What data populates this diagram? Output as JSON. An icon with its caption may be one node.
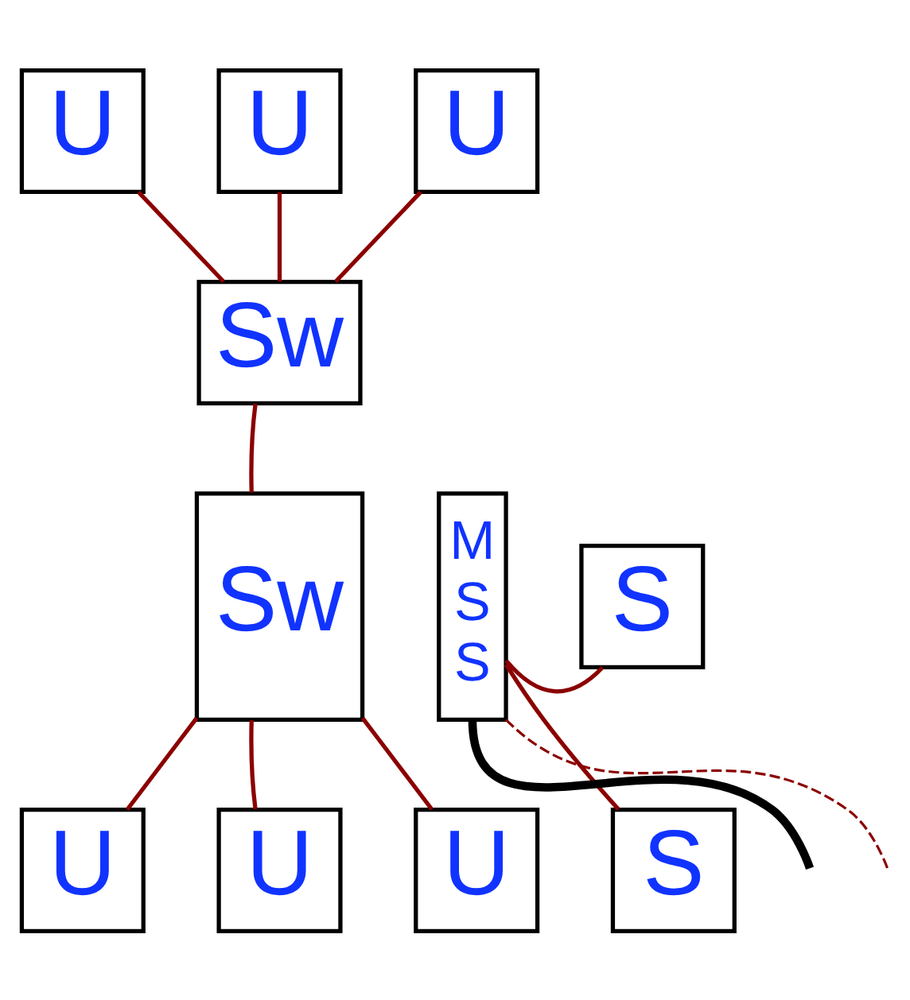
{
  "diagram": {
    "nodes": [
      {
        "text": [
          "U"
        ]
      },
      {
        "text": [
          "U"
        ]
      },
      {
        "text": [
          "U"
        ]
      },
      {
        "text": [
          "Sw"
        ]
      },
      {
        "text": [
          "Sw"
        ]
      },
      {
        "text": [
          "M S S"
        ]
      },
      {
        "text": [
          "S"
        ]
      },
      {
        "text": [
          "S"
        ]
      },
      {
        "text": [
          "U"
        ]
      },
      {
        "text": [
          "U"
        ]
      },
      {
        "text": [
          "U"
        ]
      }
    ],
    "edges": [
      {
        "from": 0,
        "to": 3,
        "arrow": "none"
      },
      {
        "from": 1,
        "to": 3,
        "arrow": "none"
      },
      {
        "from": 2,
        "to": 3,
        "arrow": "none"
      },
      {
        "from": 3,
        "to": 4,
        "arrow": "none"
      },
      {
        "from": 5,
        "to": 6,
        "arrow": "none"
      },
      {
        "from": 5,
        "to": 7,
        "arrow": "none"
      },
      {
        "from": 4,
        "to": 8,
        "arrow": "none"
      },
      {
        "from": 4,
        "to": 9,
        "arrow": "none"
      },
      {
        "from": 4,
        "to": 10,
        "arrow": "none"
      },
      {
        "from": 5,
        "to": null,
        "arrow": "none",
        "style": "dashed"
      },
      {
        "from": 5,
        "to": null,
        "arrow": "none",
        "style": "thick",
        "color": "#000000"
      }
    ]
  }
}
